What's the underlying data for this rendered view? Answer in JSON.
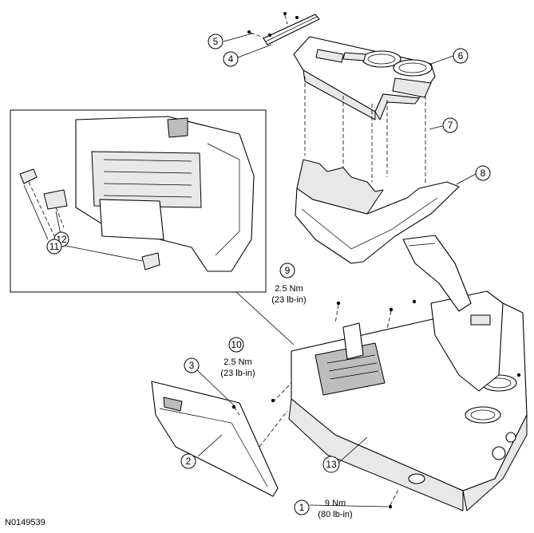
{
  "figure_id": "N0149539",
  "callouts": [
    {
      "id": "1",
      "label": "1"
    },
    {
      "id": "2",
      "label": "2"
    },
    {
      "id": "3",
      "label": "3"
    },
    {
      "id": "4",
      "label": "4"
    },
    {
      "id": "5",
      "label": "5"
    },
    {
      "id": "6",
      "label": "6"
    },
    {
      "id": "7",
      "label": "7"
    },
    {
      "id": "8",
      "label": "8"
    },
    {
      "id": "9",
      "label": "9"
    },
    {
      "id": "10",
      "label": "10"
    },
    {
      "id": "11",
      "label": "11"
    },
    {
      "id": "12",
      "label": "12"
    },
    {
      "id": "13",
      "label": "13"
    }
  ],
  "torques": {
    "c9": {
      "nm": "2.5 Nm",
      "imperial": "(23 lb-in)"
    },
    "c10": {
      "nm": "2.5 Nm",
      "imperial": "(23 lb-in)"
    },
    "c1": {
      "nm": "9 Nm",
      "imperial": "(80 lb-in)"
    }
  }
}
